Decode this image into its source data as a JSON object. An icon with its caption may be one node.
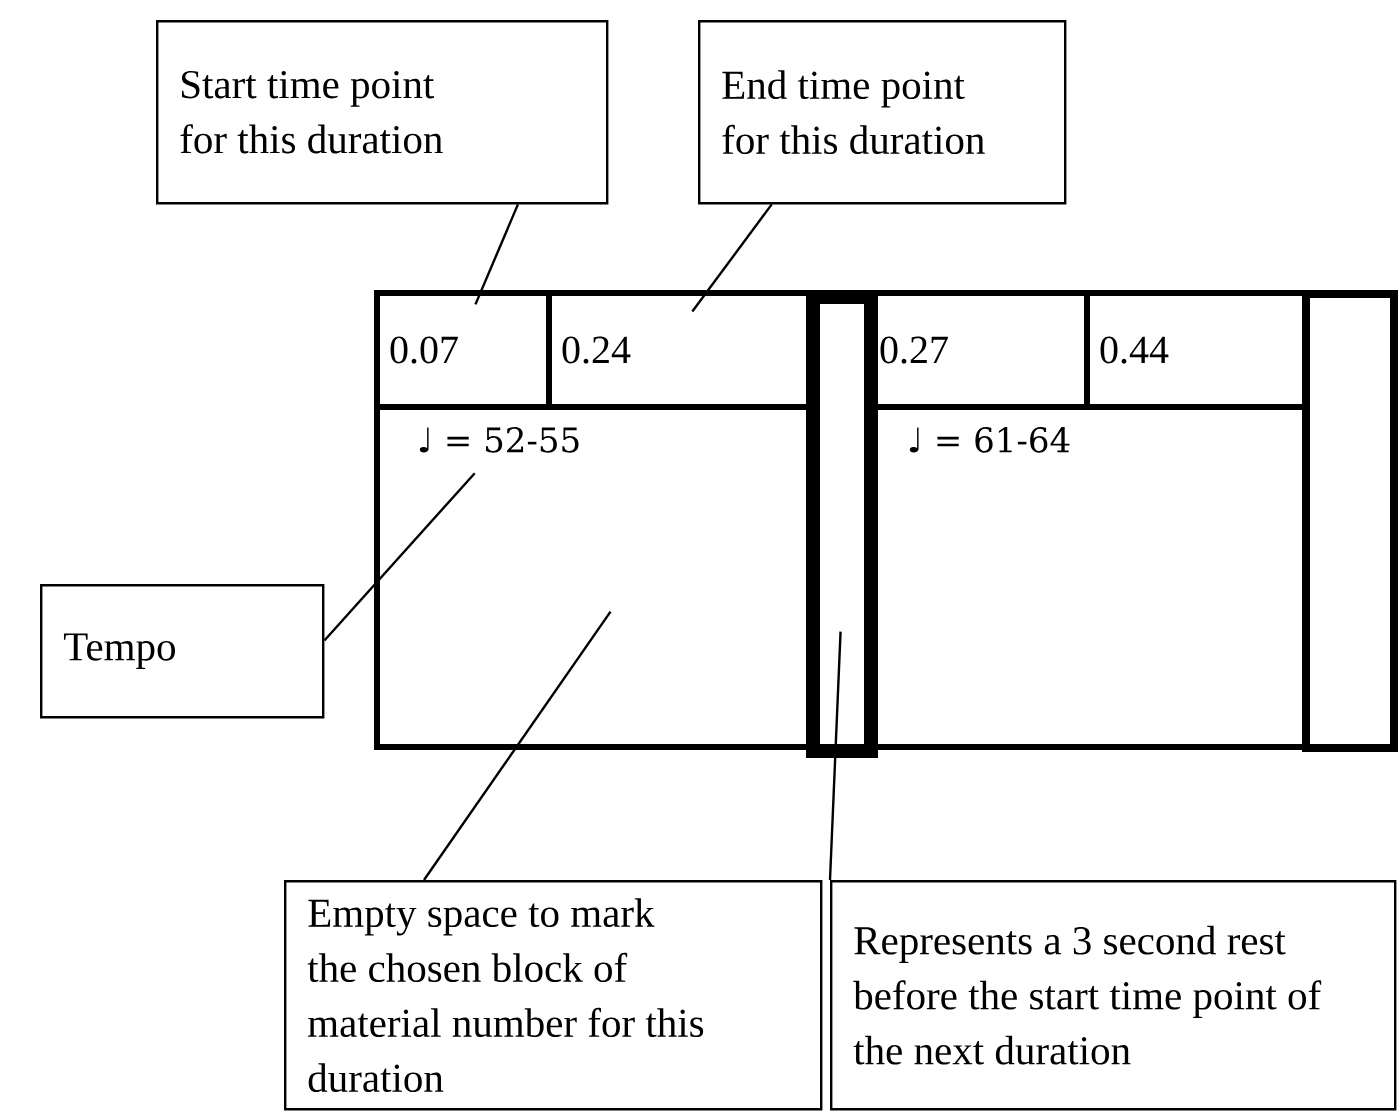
{
  "diagram": {
    "nodes": [
      {
        "text": [
          "Start time point for this duration"
        ]
      },
      {
        "text": [
          "End time point for this duration"
        ]
      },
      {
        "text": [
          "Tempo"
        ]
      },
      {
        "text": [
          "Empty space to mark the chosen block of material number for this duration"
        ]
      },
      {
        "text": [
          "Represents a 3 second rest before the start time point of the next duration"
        ]
      },
      {
        "text": [
          "0.07"
        ]
      },
      {
        "text": [
          "0.24"
        ]
      },
      {
        "text": [
          "0.27"
        ]
      },
      {
        "text": [
          "0.44"
        ]
      },
      {
        "text": [
          "♩ = 52-55"
        ]
      },
      {
        "text": [
          "♩ = 61-64"
        ]
      },
      {
        "text": [],
        "shape": "bar"
      },
      {
        "text": [],
        "shape": "box"
      }
    ],
    "edges": [
      {
        "from": 0,
        "to": 5,
        "arrow": "none"
      },
      {
        "from": 1,
        "to": 6,
        "arrow": "none"
      },
      {
        "from": 2,
        "to": 9,
        "arrow": "none"
      },
      {
        "from": 3,
        "to": 9,
        "arrow": "none"
      },
      {
        "from": 4,
        "to": 11,
        "arrow": "none"
      }
    ]
  }
}
